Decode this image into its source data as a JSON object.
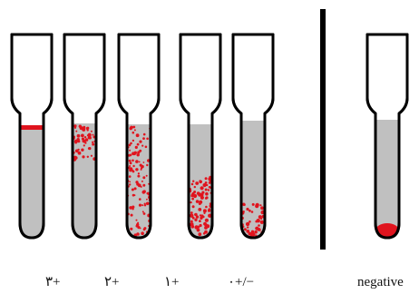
{
  "labels": {
    "tube1": "۳+",
    "tube2": "۲+",
    "tube3": "۱+",
    "tube4": "۰+/−",
    "tube5": "negative"
  },
  "colors": {
    "outline": "#000000",
    "fluid": "#c0c0c0",
    "cells": "#e0141e",
    "divider": "#000000"
  }
}
